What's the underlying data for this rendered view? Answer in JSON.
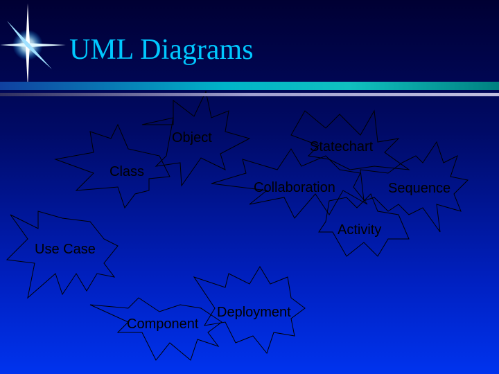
{
  "slide": {
    "title": "UML Diagrams",
    "diagram_types": [
      {
        "id": "object",
        "label": "Object"
      },
      {
        "id": "class",
        "label": "Class"
      },
      {
        "id": "statechart",
        "label": "Statechart"
      },
      {
        "id": "collaboration",
        "label": "Collaboration"
      },
      {
        "id": "sequence",
        "label": "Sequence"
      },
      {
        "id": "activity",
        "label": "Activity"
      },
      {
        "id": "use-case",
        "label": "Use Case"
      },
      {
        "id": "component",
        "label": "Component"
      },
      {
        "id": "deployment",
        "label": "Deployment"
      }
    ]
  },
  "colors": {
    "title": "#00c8ff",
    "label": "#000000",
    "background_top": "#000033",
    "background_bottom": "#0033ee"
  }
}
